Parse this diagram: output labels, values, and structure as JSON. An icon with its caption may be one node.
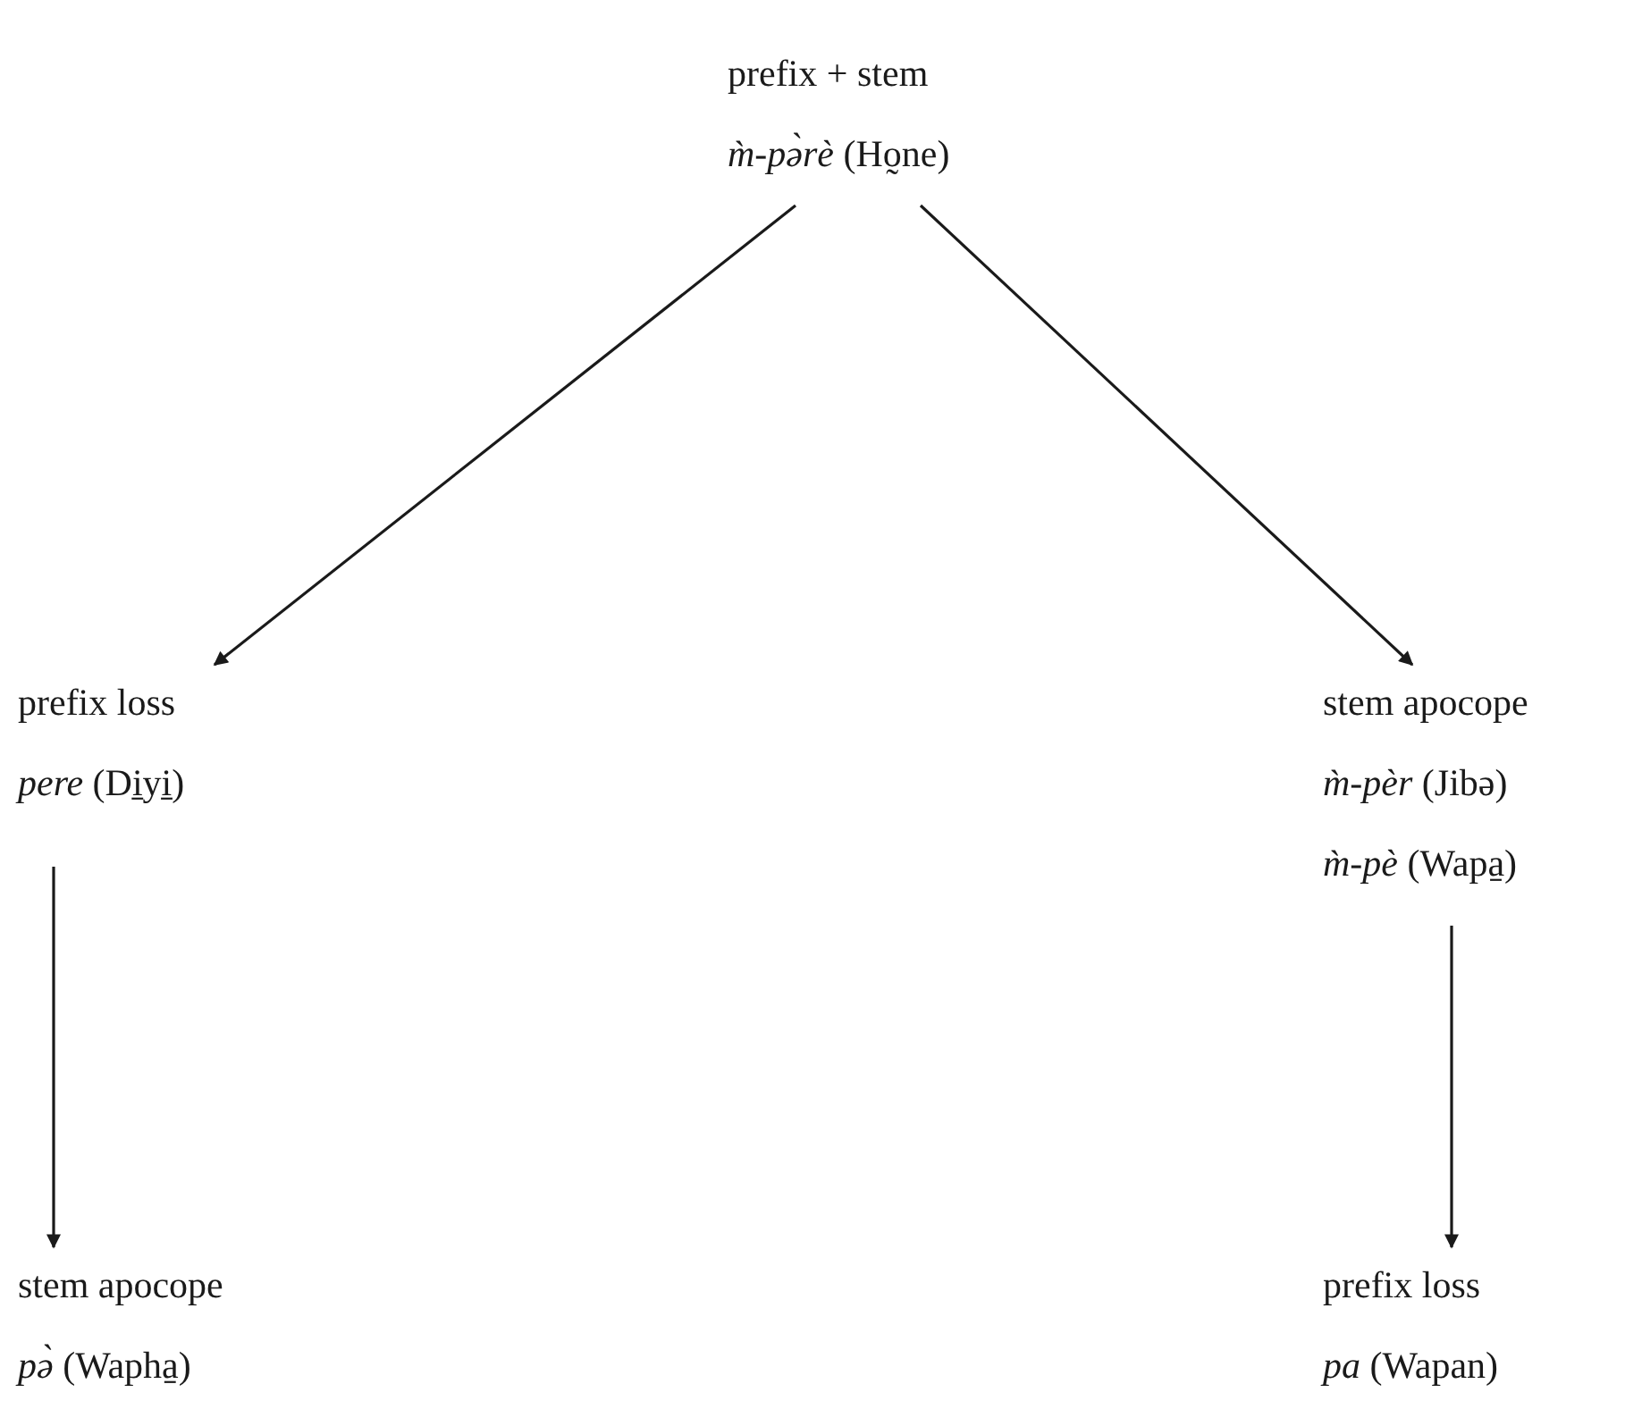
{
  "diagram": {
    "nodes": [
      {
        "text": [
          "prefix + stem",
          "*m̀-pə̀rè* (Ho̰ne)"
        ]
      },
      {
        "text": [
          "prefix loss",
          "*pere* (Di̱yi̱)"
        ]
      },
      {
        "text": [
          "stem apocope",
          "*m̀-pèr* (Jibə)",
          "*m̀-pè* (Wapa̱)"
        ]
      },
      {
        "text": [
          "stem apocope",
          "*pə̀* (Wapha̱)"
        ]
      },
      {
        "text": [
          "prefix loss",
          "*pa* (Wapan)"
        ]
      }
    ],
    "edges": [
      {
        "from": 0,
        "to": 1,
        "arrow": "to"
      },
      {
        "from": 0,
        "to": 2,
        "arrow": "to"
      },
      {
        "from": 1,
        "to": 3,
        "arrow": "to"
      },
      {
        "from": 2,
        "to": 4,
        "arrow": "to"
      }
    ]
  }
}
